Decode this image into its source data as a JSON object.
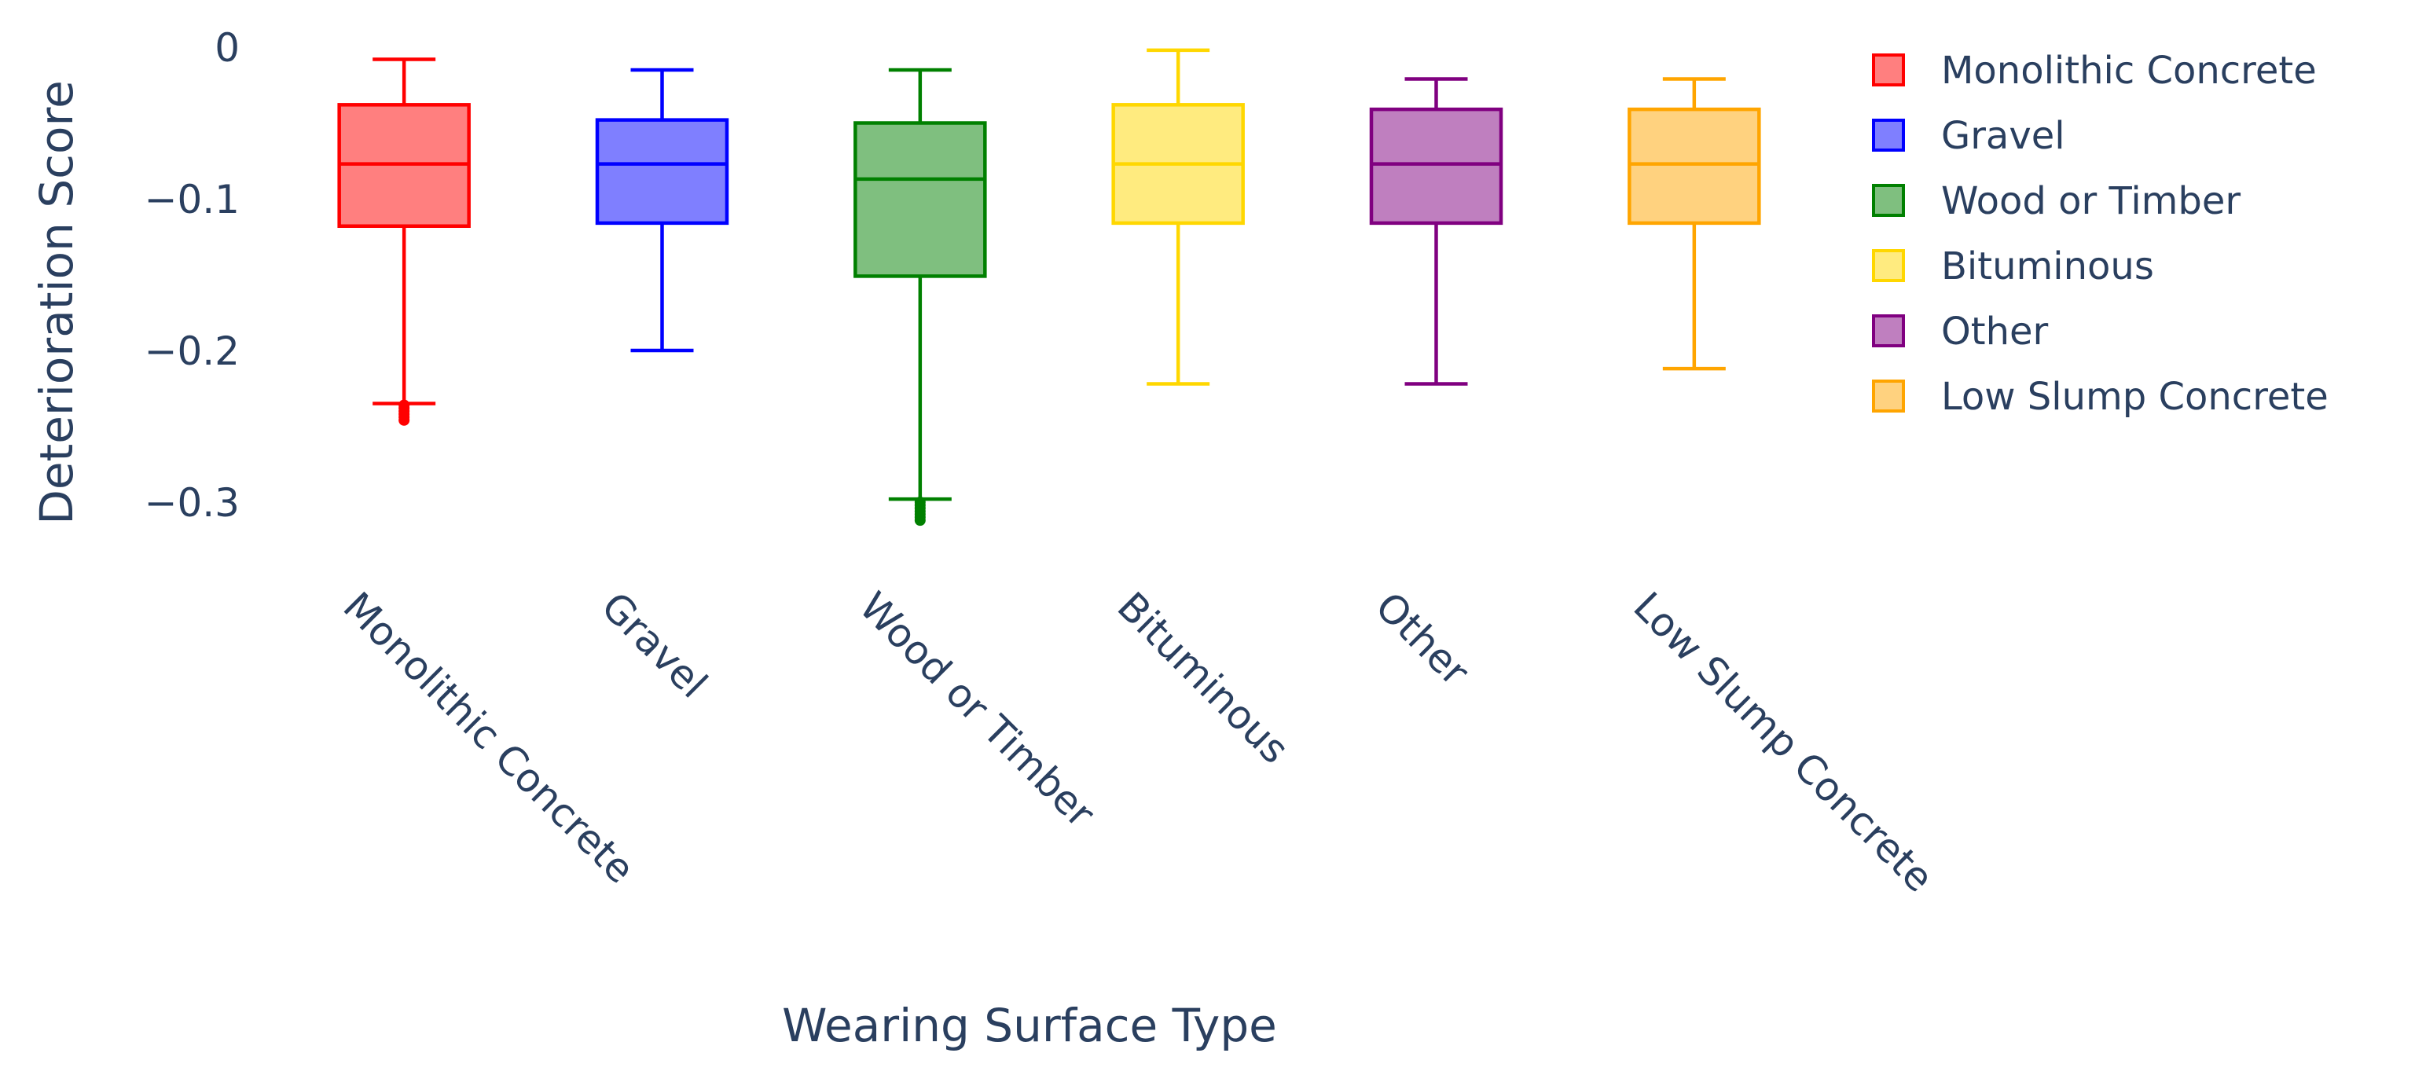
{
  "chart_data": {
    "type": "box",
    "xlabel": "Wearing Surface Type",
    "ylabel": "Deterioration Score",
    "ylim": [
      -0.32,
      0.01
    ],
    "yticks": [
      0,
      -0.1,
      -0.2,
      -0.3
    ],
    "ytick_labels": [
      "0",
      "−0.1",
      "−0.2",
      "−0.3"
    ],
    "grid": false,
    "legend_placement": "top-right",
    "categories": [
      "Monolithic Concrete",
      "Gravel",
      "Wood or Timber",
      "Bituminous",
      "Other",
      "Low Slump Concrete"
    ],
    "series": [
      {
        "name": "Monolithic Concrete",
        "color": "#ff0000",
        "fill": "#ff7f7f",
        "min": -0.235,
        "q1": -0.118,
        "median": -0.077,
        "q3": -0.038,
        "max": -0.008,
        "outliers": [
          -0.236,
          -0.238,
          -0.24,
          -0.242,
          -0.244,
          -0.246
        ]
      },
      {
        "name": "Gravel",
        "color": "#0000ff",
        "fill": "#7f7fff",
        "min": -0.2,
        "q1": -0.116,
        "median": -0.077,
        "q3": -0.048,
        "max": -0.015,
        "outliers": []
      },
      {
        "name": "Wood or Timber",
        "color": "#008000",
        "fill": "#7fbf7f",
        "min": -0.298,
        "q1": -0.151,
        "median": -0.087,
        "q3": -0.05,
        "max": -0.015,
        "outliers": [
          -0.3,
          -0.302,
          -0.304,
          -0.306,
          -0.308,
          -0.31,
          -0.312
        ]
      },
      {
        "name": "Bituminous",
        "color": "#ffd700",
        "fill": "#ffeb7f",
        "min": -0.222,
        "q1": -0.116,
        "median": -0.077,
        "q3": -0.038,
        "max": -0.002,
        "outliers": []
      },
      {
        "name": "Other",
        "color": "#800080",
        "fill": "#bf7fbf",
        "min": -0.222,
        "q1": -0.116,
        "median": -0.077,
        "q3": -0.041,
        "max": -0.021,
        "outliers": []
      },
      {
        "name": "Low Slump Concrete",
        "color": "#ffa500",
        "fill": "#ffd27f",
        "min": -0.212,
        "q1": -0.116,
        "median": -0.077,
        "q3": -0.041,
        "max": -0.021,
        "outliers": []
      }
    ]
  }
}
